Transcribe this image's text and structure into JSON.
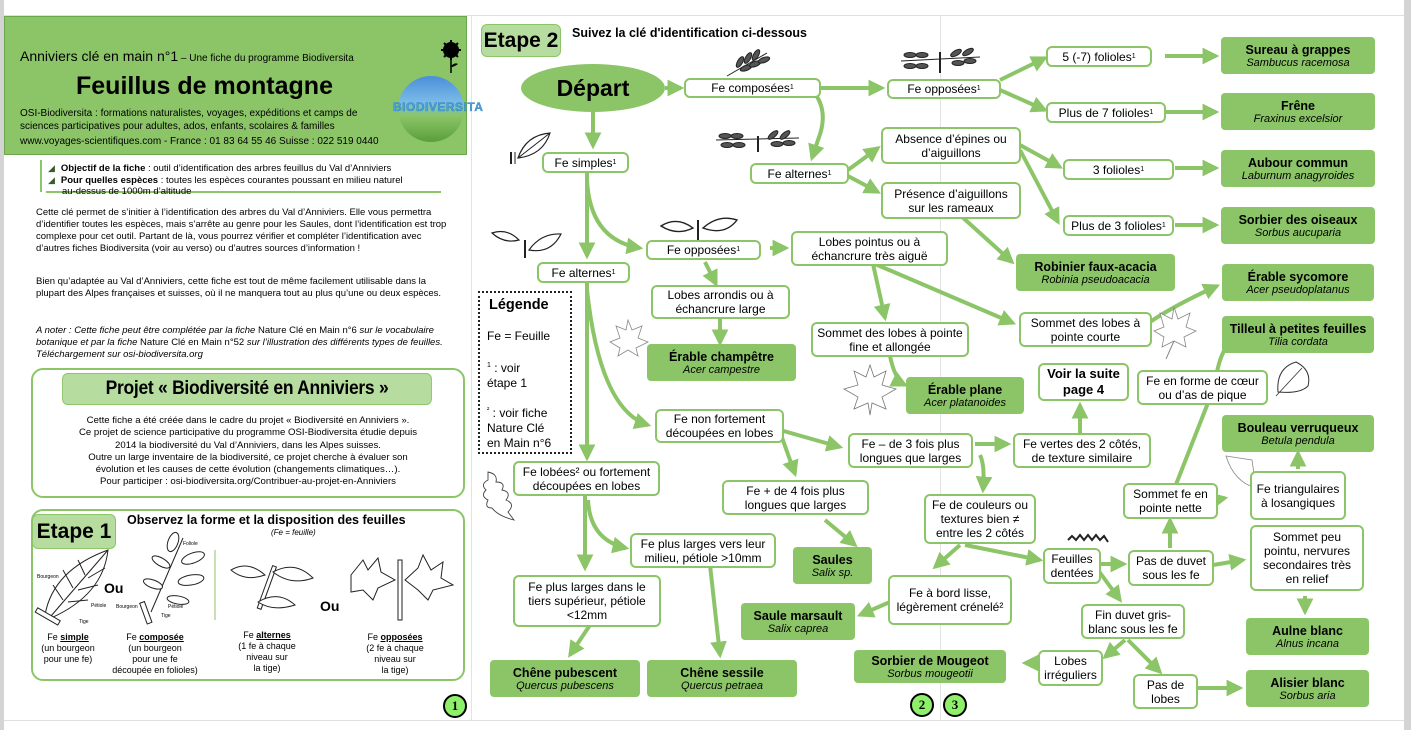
{
  "header": {
    "series": "Anniviers clé en main n°1",
    "series_suffix": " – Une fiche du programme Biodiversita",
    "title": "Feuillus de montagne",
    "line1": "OSI-Biodiversita : formations naturalistes, voyages, expéditions et camps de",
    "line2": "sciences participatives pour adultes, ados, enfants, scolaires & familles",
    "line3": "www.voyages-scientifiques.com - France : 01 83 64 55 46  Suisse : 022 519 0440",
    "logo_text": "BIODIVERSITA",
    "flower_icon": "flower-icon",
    "accent": "#8cc568"
  },
  "info": {
    "objective_label": "Objectif de la fiche",
    "objective_text": " : outil d’identification des arbres feuillus du Val d’Anniviers",
    "species_label": "Pour quelles espèces",
    "species_text": " : toutes les espèces courantes poussant en milieu naturel",
    "species_text2": "au-dessus de 1000m d’altitude",
    "para1": "Cette clé permet de s’initier à l’identification des arbres du Val d’Anniviers. Elle vous permettra d’identifier toutes les espèces, mais s’arrête au genre pour les Saules, dont l’identification est trop complexe pour cet outil. Partant de là, vous pourrez vérifier et compléter l’identification avec d’autres fiches Biodiversita (voir au verso) ou d’autres sources d’information !",
    "para2": "Bien qu’adaptée au Val d’Anniviers, cette fiche est tout de même facilement utilisable dans la plupart des Alpes françaises et suisses, où il ne manquera tout au plus qu’une ou deux espèces.",
    "note_a": "A noter : Cette fiche peut être complétée par la fiche ",
    "note_b": "Nature Clé en Main n°6",
    "note_c": " sur le vocabulaire botanique et par la fiche ",
    "note_d": "Nature Clé en Main n°52",
    "note_e": " sur l’illustration des différents types de feuilles. Téléchargement sur osi-biodiversita.org"
  },
  "project": {
    "title": "Projet « Biodiversité en Anniviers »",
    "lines": [
      "Cette fiche a été créée dans le cadre du projet « Biodiversité en Anniviers ».",
      "Ce projet de science participative du programme OSI-Biodiversita étudie depuis",
      "2014 la biodiversité du Val d’Anniviers, dans les Alpes suisses.",
      "Outre un large inventaire de la biodiversité, ce projet cherche à évaluer son",
      "évolution et les causes de cette évolution (changements climatiques…).",
      "Pour participer : osi-biodiversita.org/Contribuer-au-projet-en-Anniviers"
    ]
  },
  "etape1": {
    "badge": "Etape 1",
    "title": "Observez la forme et la disposition des feuilles",
    "subtitle": "(Fe = feuille)",
    "ou": "Ou",
    "diagram_labels": {
      "bourgeon": "Bourgeon",
      "petiole": "Pétiole",
      "tige": "Tige",
      "foliole": "Foliole"
    },
    "simple": {
      "pre": "Fe ",
      "word": "simple",
      "l1": "(un bourgeon",
      "l2": "pour une fe)"
    },
    "composee": {
      "pre": "Fe ",
      "word": "composée",
      "l1": "(un bourgeon",
      "l2": "pour une fe",
      "l3": "découpée en folioles)"
    },
    "alternes": {
      "pre": "Fe ",
      "word": "alternes",
      "l1": "(1 fe à chaque",
      "l2": "niveau sur",
      "l3": "la tige)"
    },
    "opposees": {
      "pre": "Fe ",
      "word": "opposées",
      "l1": "(2 fe à chaque",
      "l2": "niveau sur",
      "l3": "la tige)"
    },
    "page": "1"
  },
  "etape2": {
    "badge": "Etape 2",
    "title": "Suivez la clé d'identification ci-dessous",
    "start": "Départ",
    "pages": [
      "2",
      "3"
    ],
    "legend": {
      "title": "Légende",
      "l1": "Fe = Feuille",
      "l2sup": "1",
      "l2": " : voir",
      "l2b": "étape 1",
      "l3sup": "²",
      "l3": " : voir fiche",
      "l3b": "Nature Clé",
      "l3c": "en Main n°6"
    },
    "nodes": {
      "fe_composees": "Fe composées",
      "fe_opposees_c": "Fe opposées",
      "cinq_folioles": "5 (-7) folioles",
      "plus7": "Plus de 7 folioles",
      "fe_alternes_c": "Fe alternes",
      "absence": "Absence d’épines ou d’aiguillons",
      "presence": "Présence d’aiguillons sur les rameaux",
      "trois_folioles": "3 folioles",
      "plus3": "Plus de 3 folioles",
      "fe_simples": "Fe simples",
      "fe_alternes_s": "Fe alternes",
      "fe_opposees_s": "Fe opposées",
      "lobes_arrondis": "Lobes arrondis ou à échancrure large",
      "lobes_pointus": "Lobes pointus ou à échancrure très aiguë",
      "sommet_fine": "Sommet des lobes à pointe fine et allongée",
      "sommet_courte": "Sommet des lobes à pointe courte",
      "non_fortement": "Fe non fortement découpées en lobes",
      "lobees": "Fe lobées² ou fortement découpées en lobes",
      "plus_4": "Fe + de 4 fois plus longues que larges",
      "moins_3": "Fe – de 3 fois plus longues que larges",
      "vertes": "Fe vertes des 2 côtés, de texture similaire",
      "voir_suite": "Voir la suite page 4",
      "couleurs": "Fe de couleurs ou textures bien ≠ entre les 2 côtés",
      "bord_lisse": "Fe à bord lisse, légèrement crénelé²",
      "dentees": "Feuilles dentées",
      "pas_duvet": "Pas de duvet sous les fe",
      "fin_duvet": "Fin duvet gris-blanc sous les fe",
      "lobes_irreg": "Lobes irréguliers",
      "pas_lobes": "Pas de lobes",
      "sommet_nette": "Sommet fe en pointe nette",
      "coeur": "Fe en forme de cœur ou d’as de pique",
      "triangulaires": "Fe triangulaires à losangiques",
      "peu_pointu": "Sommet peu pointu, nervures secondaires très en relief",
      "plus_larges_milieu": "Fe plus larges vers leur milieu, pétiole >10mm",
      "plus_larges_tiers": "Fe plus larges dans le tiers supérieur, pétiole <12mm"
    },
    "sup1": "1",
    "species": [
      {
        "id": "sureau",
        "common": "Sureau à grappes",
        "latin": "Sambucus racemosa"
      },
      {
        "id": "frene",
        "common": "Frêne",
        "latin": "Fraxinus excelsior"
      },
      {
        "id": "aubour",
        "common": "Aubour commun",
        "latin": "Laburnum anagyroides"
      },
      {
        "id": "sorbier_oiseaux",
        "common": "Sorbier des oiseaux",
        "latin": "Sorbus aucuparia"
      },
      {
        "id": "robinier",
        "common": "Robinier faux-acacia",
        "latin": "Robinia pseudoacacia"
      },
      {
        "id": "erable_sycomore",
        "common": "Érable sycomore",
        "latin": "Acer pseudoplatanus"
      },
      {
        "id": "tilleul",
        "common": "Tilleul à petites feuilles",
        "latin": "Tilia cordata"
      },
      {
        "id": "erable_champetre",
        "common": "Érable champêtre",
        "latin": "Acer campestre"
      },
      {
        "id": "erable_plane",
        "common": "Érable plane",
        "latin": "Acer platanoides"
      },
      {
        "id": "bouleau",
        "common": "Bouleau verruqueux",
        "latin": "Betula pendula"
      },
      {
        "id": "saules",
        "common": "Saules",
        "latin": "Salix sp."
      },
      {
        "id": "saule_marsault",
        "common": "Saule marsault",
        "latin": "Salix caprea"
      },
      {
        "id": "aulne",
        "common": "Aulne blanc",
        "latin": "Alnus incana"
      },
      {
        "id": "sorbier_mougeot",
        "common": "Sorbier de Mougeot",
        "latin": "Sorbus mougeotii"
      },
      {
        "id": "alisier",
        "common": "Alisier blanc",
        "latin": "Sorbus aria"
      },
      {
        "id": "chene_pubescent",
        "common": "Chêne pubescent",
        "latin": "Quercus pubescens"
      },
      {
        "id": "chene_sessile",
        "common": "Chêne sessile",
        "latin": "Quercus petraea"
      }
    ]
  }
}
